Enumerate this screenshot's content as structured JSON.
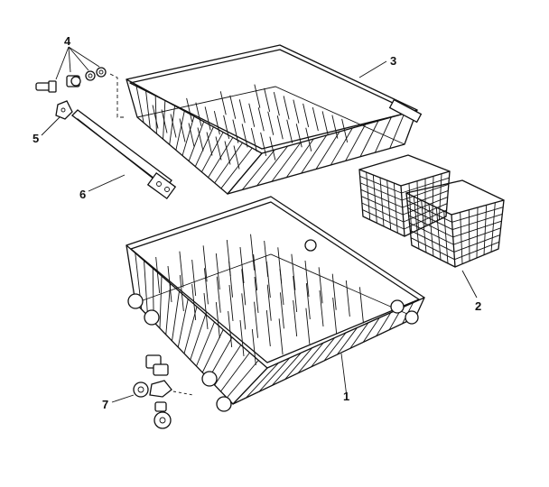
{
  "callouts": [
    {
      "id": "c1",
      "label": "1"
    },
    {
      "id": "c2",
      "label": "2"
    },
    {
      "id": "c3",
      "label": "3"
    },
    {
      "id": "c4",
      "label": "4"
    },
    {
      "id": "c5",
      "label": "5"
    },
    {
      "id": "c6",
      "label": "6"
    },
    {
      "id": "c7",
      "label": "7"
    }
  ]
}
